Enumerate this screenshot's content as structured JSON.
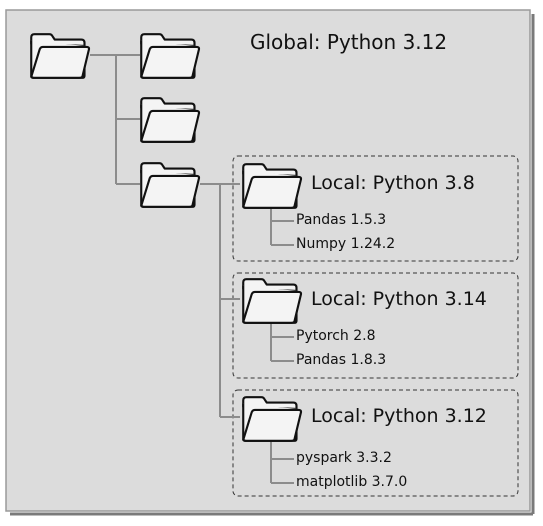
{
  "diagram": {
    "global_label": "Global: Python 3.12",
    "environments": [
      {
        "label": "Local: Python 3.8",
        "packages": [
          "Pandas 1.5.3",
          "Numpy 1.24.2"
        ]
      },
      {
        "label": "Local: Python 3.14",
        "packages": [
          "Pytorch 2.8",
          "Pandas 1.8.3"
        ]
      },
      {
        "label": "Local: Python 3.12",
        "packages": [
          "pyspark 3.3.2",
          "matplotlib 3.7.0"
        ]
      }
    ],
    "colors": {
      "background": "#dcdcdc",
      "line": "#8c8c8c",
      "folder_fill": "#f4f4f4",
      "folder_stroke": "#111111",
      "text": "#111111"
    }
  }
}
